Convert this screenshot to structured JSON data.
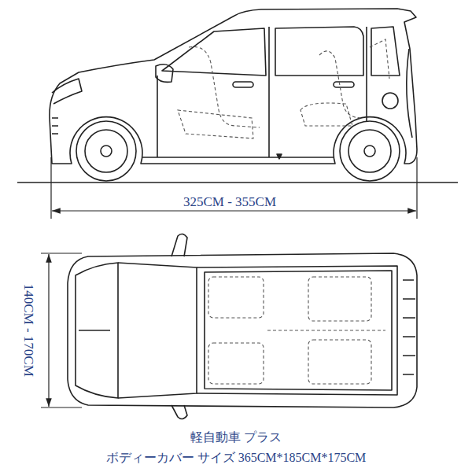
{
  "diagram": {
    "labels": [
      "325CM - 355CM",
      "140CM - 170CM",
      "軽自動車 プラス",
      "ボディーカバー サイズ 365CM*185CM*175CM"
    ]
  }
}
